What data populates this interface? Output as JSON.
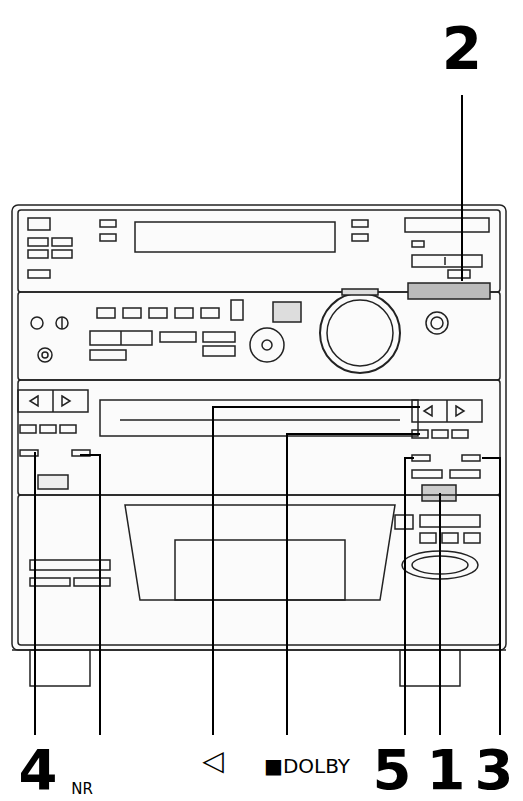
{
  "diagram": {
    "labels": [
      "2",
      "4",
      "NR",
      "◁",
      "■DOLBY",
      "5",
      "1",
      "3"
    ]
  }
}
